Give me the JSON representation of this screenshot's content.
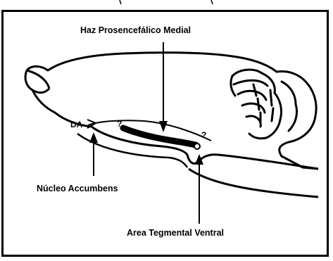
{
  "labels": {
    "medial_forebrain_bundle": "Haz Prosencefálico Medial",
    "dopamine_marker": "DA",
    "nucleus_accumbens": "Núcleo Accumbens",
    "ventral_tegmental_area": "Area Tegmental Ventral",
    "question_left": "?",
    "question_right": "?"
  },
  "colors": {
    "ink": "#000000",
    "paper": "#ffffff"
  }
}
